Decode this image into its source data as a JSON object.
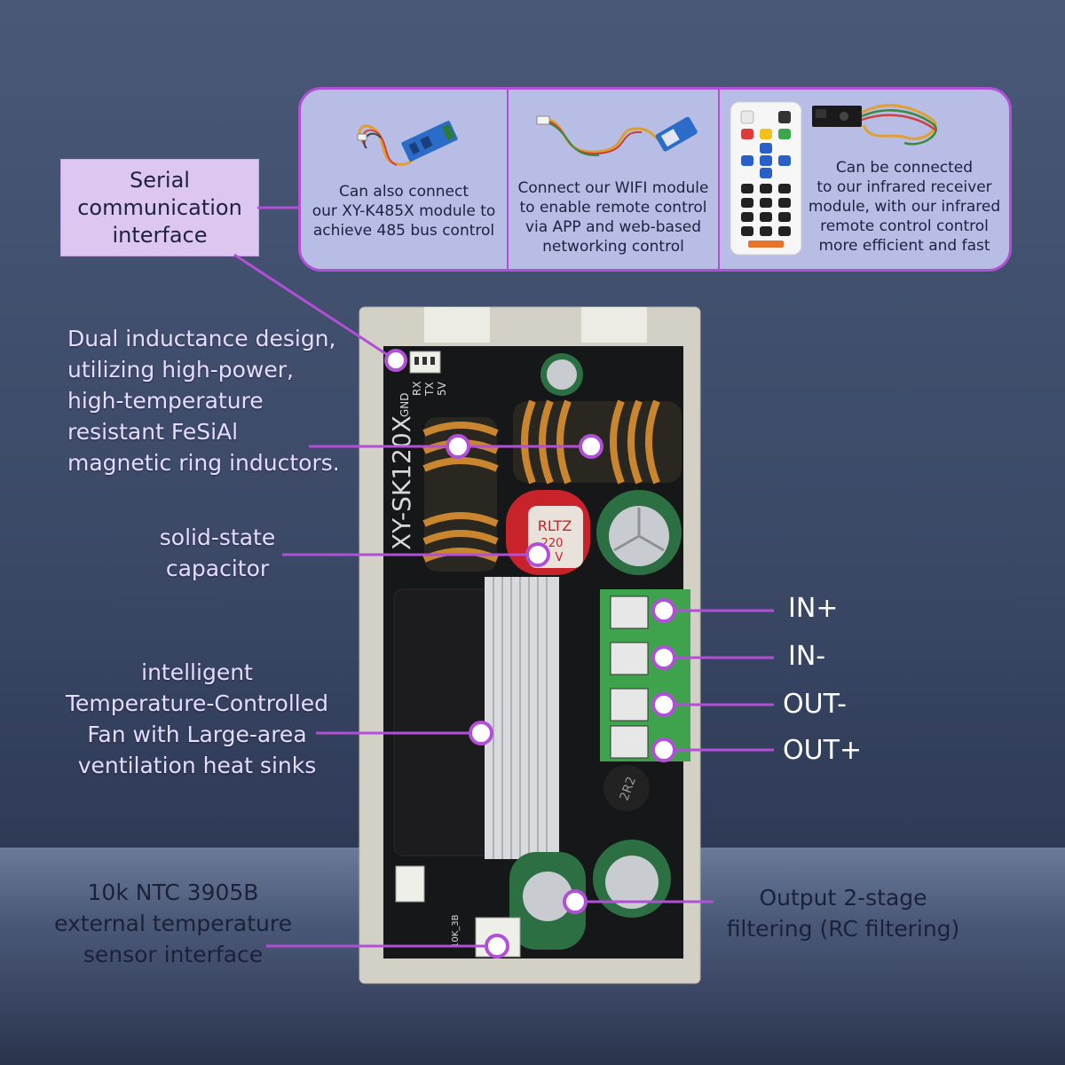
{
  "panel": {
    "rs485_text": [
      "Can also connect",
      "our XY-K485X module to",
      "achieve 485 bus control"
    ],
    "wifi_text": [
      "Connect our WIFI module",
      "to enable remote control",
      "via APP and web-based",
      "networking control"
    ],
    "ir_text": [
      "Can be connected",
      "to our infrared receiver",
      "module, with our infrared",
      "remote control control",
      "more efficient and fast"
    ]
  },
  "serial_box": [
    "Serial",
    "communication",
    "interface"
  ],
  "labels": {
    "inductor": [
      "Dual inductance design,",
      "utilizing high-power,",
      "high-temperature",
      "resistant FeSiAl",
      "magnetic ring inductors."
    ],
    "capacitor": [
      "solid-state",
      "capacitor"
    ],
    "fan": [
      "intelligent",
      "Temperature-Controlled",
      "Fan with Large-area",
      "ventilation heat sinks"
    ],
    "ntc": [
      "10k NTC 3905B",
      "external temperature",
      "sensor interface"
    ],
    "filter": [
      "Output 2-stage",
      "filtering (RC filtering)"
    ]
  },
  "terminals": {
    "in_plus": "IN+",
    "in_minus": "IN-",
    "out_minus": "OUT-",
    "out_plus": "OUT+"
  },
  "board": {
    "model": "XY-SK120X",
    "pin_labels": [
      "GND",
      "RX",
      "TX",
      "5V"
    ],
    "cap_brand": "RLTZ",
    "cap_value": "220",
    "cap_suffix": "V",
    "inductor_code": "2R2",
    "ntc_silk": "10K_3B"
  },
  "colors": {
    "accent": "#b14fd6",
    "panel_bg": "#b7bde4",
    "serial_bg": "#ddc6ef",
    "terminal_green": "#3fa34d",
    "label_text": "#e6dcff"
  }
}
